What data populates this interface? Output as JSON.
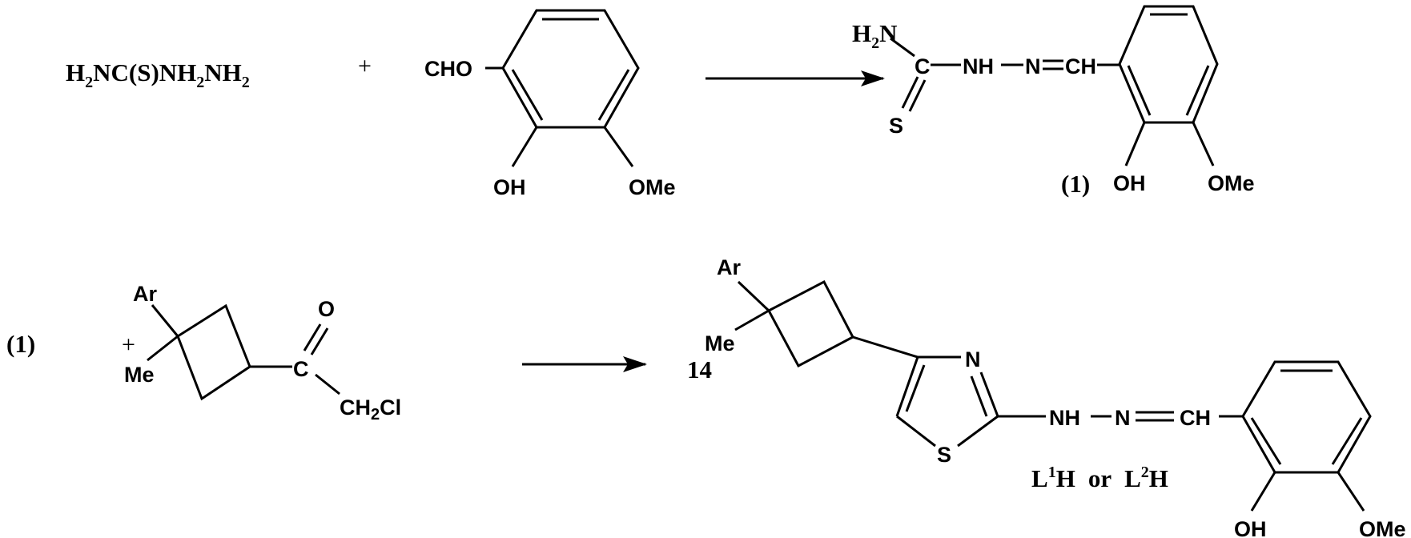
{
  "scheme": {
    "row1": {
      "reactant1": {
        "formula_parts": [
          "H",
          "2",
          "NC(S)NH",
          "2",
          "NH",
          "2"
        ]
      },
      "plus": "+",
      "reactant2": {
        "substituents": {
          "cho": "CHO",
          "oh": "OH",
          "ome": "OMe"
        }
      },
      "arrow": "reaction-arrow",
      "product1": {
        "labels": {
          "h": "H",
          "two": "2",
          "n": "N",
          "c": "C",
          "s": "S",
          "nh": "NH",
          "n2": "N",
          "ch": "CH",
          "oh": "OH",
          "ome": "OMe"
        },
        "compound_number": "(1)"
      }
    },
    "row2": {
      "reactant1_ref": "(1)",
      "plus": "+",
      "reactant2": {
        "labels": {
          "ar": "Ar",
          "me": "Me",
          "o": "O",
          "c": "C",
          "ch": "CH",
          "two": "2",
          "cl": "Cl"
        }
      },
      "arrow": "reaction-arrow",
      "product2": {
        "compound_number": "14",
        "labels": {
          "ar": "Ar",
          "me": "Me",
          "n_ring": "N",
          "s_ring": "S",
          "nh": "NH",
          "n2": "N",
          "ch": "CH",
          "oh": "OH",
          "ome": "OMe"
        },
        "ligand_names": {
          "l": "L",
          "sup1": "1",
          "h1": "H",
          "or": "or",
          "l2": "L",
          "sup2": "2",
          "h2": "H"
        }
      }
    }
  }
}
